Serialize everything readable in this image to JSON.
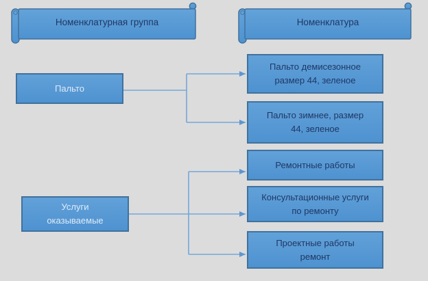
{
  "diagram": {
    "title_headers": [
      {
        "label": "Номенклатурная группа"
      },
      {
        "label": "Номенклатура"
      }
    ],
    "groups": [
      {
        "label": "Пальто",
        "items": [
          {
            "label": "Пальто демисезонное\nразмер 44, зеленое"
          },
          {
            "label": "Пальто зимнее, размер\n44, зеленое"
          }
        ]
      },
      {
        "label": "Услуги\nоказываемые",
        "items": [
          {
            "label": "Ремонтные работы"
          },
          {
            "label": "Консультационные услуги\nпо ремонту"
          },
          {
            "label": "Проектные работы\nремонт"
          }
        ]
      }
    ],
    "colors": {
      "background": "#dcdcdc",
      "shape_fill": "#5b9bd5",
      "shape_border": "#41719c",
      "connector_line": "#74a6d8",
      "header_text": "#1f3864",
      "item_text": "#1f3864",
      "group_text": "#deebf7"
    }
  }
}
